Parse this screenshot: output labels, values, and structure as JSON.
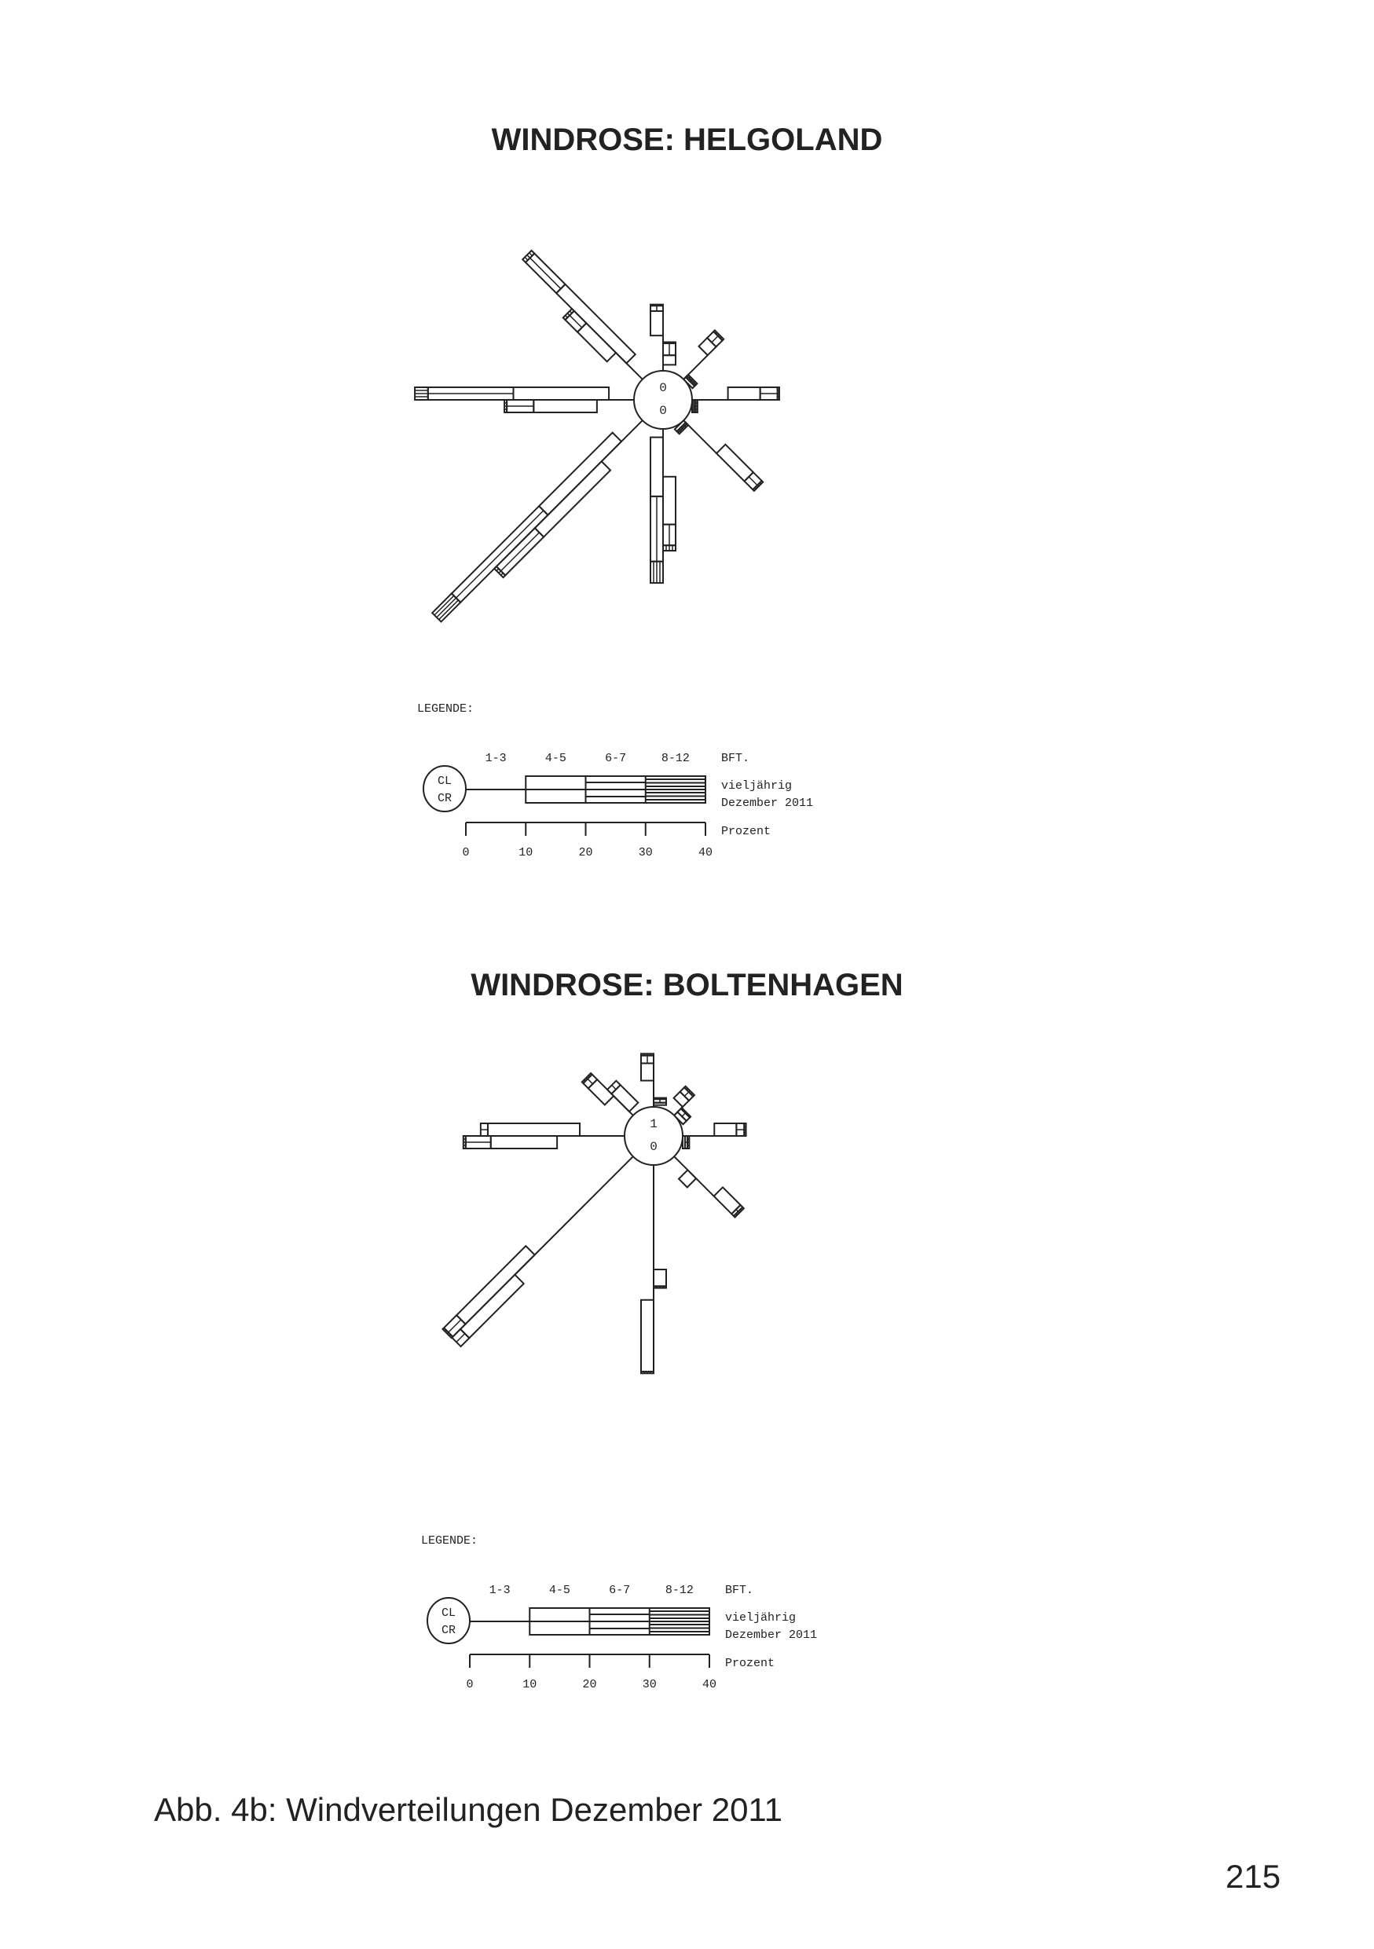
{
  "chart_data": [
    {
      "type": "windrose",
      "title": "WINDROSE: HELGOLAND",
      "directions": [
        "N",
        "NE",
        "E",
        "SE",
        "S",
        "SW",
        "W",
        "NW"
      ],
      "bft_classes": [
        "1-3",
        "4-5",
        "6-7",
        "8-12"
      ],
      "unit": "Prozent",
      "calm": {
        "CL": "0",
        "CR": "0"
      },
      "series": [
        {
          "name": "vieljährig",
          "values": [
            [
              5.9,
              4.1,
              0.9,
              0.2
            ],
            [
              5.7,
              2.0,
              1.5,
              0.3
            ],
            [
              6.0,
              5.4,
              2.9,
              0.3
            ],
            [
              7.8,
              6.6,
              2.0,
              0.3
            ],
            [
              8.0,
              8.0,
              3.5,
              0.9
            ],
            [
              9.7,
              15.8,
              9.1,
              0.5
            ],
            [
              6.2,
              10.6,
              4.5,
              0.4
            ],
            [
              6.3,
              7.0,
              2.9,
              0.5
            ]
          ]
        },
        {
          "name": "Dezember 2011",
          "values": [
            [
              1.0,
              1.6,
              2.0,
              0.2
            ],
            [
              0,
              0.5,
              0.3,
              0.3
            ],
            [
              0,
              0.3,
              0.3,
              0.3
            ],
            [
              0,
              0.5,
              0.3,
              0.3
            ],
            [
              1.4,
              9.9,
              10.9,
              3.6
            ],
            [
              5.0,
              17.4,
              20.7,
              4.6
            ],
            [
              4.2,
              16.0,
              14.3,
              2.2
            ],
            [
              3.8,
              16.6,
              7.3,
              0.7
            ]
          ]
        }
      ],
      "legend": {
        "heading": "LEGENDE:",
        "bft_label": "BFT.",
        "row1": "vieljährig",
        "row2": "Dezember 2011",
        "axis_label": "Prozent",
        "ticks": [
          "0",
          "10",
          "20",
          "30",
          "40"
        ],
        "calm_labels": [
          "CL",
          "CR"
        ]
      }
    },
    {
      "type": "windrose",
      "title": "WINDROSE: BOLTENHAGEN",
      "directions": [
        "N",
        "NE",
        "E",
        "SE",
        "S",
        "SW",
        "W",
        "NW"
      ],
      "bft_classes": [
        "1-3",
        "4-5",
        "6-7",
        "8-12"
      ],
      "unit": "Prozent",
      "calm": {
        "CL": "1",
        "CR": "0"
      },
      "series": [
        {
          "name": "vieljährig",
          "values": [
            [
              4.4,
              2.9,
              1.3,
              0.3
            ],
            [
              2.0,
              1.5,
              1.0,
              0.3
            ],
            [
              5.3,
              3.7,
              1.3,
              0.3
            ],
            [
              9.4,
              4.2,
              0.5,
              0.3
            ],
            [
              17.5,
              2.8,
              0,
              0.3
            ],
            [
              28.0,
              12.9,
              2.0,
              0
            ],
            [
              11.3,
              11.1,
              4.2,
              0.4
            ],
            [
              4.6,
              3.9,
              1.2,
              0.3
            ]
          ]
        },
        {
          "name": "Dezember 2011",
          "values": [
            [
              0.3,
              0.4,
              0.6,
              0.2
            ],
            [
              0,
              0.8,
              0.8,
              0.2
            ],
            [
              0,
              0.4,
              0.4,
              0.3
            ],
            [
              3.2,
              2.0,
              0,
              0
            ],
            [
              22.6,
              12.0,
              0,
              0.3
            ],
            [
              23.3,
              16.4,
              3.0,
              0.3
            ],
            [
              7.5,
              15.4,
              1.2,
              0
            ],
            [
              0.9,
              4.2,
              1.0,
              0
            ]
          ]
        }
      ],
      "legend": {
        "heading": "LEGENDE:",
        "bft_label": "BFT.",
        "row1": "vieljährig",
        "row2": "Dezember 2011",
        "axis_label": "Prozent",
        "ticks": [
          "0",
          "10",
          "20",
          "30",
          "40"
        ],
        "calm_labels": [
          "CL",
          "CR"
        ]
      }
    }
  ],
  "caption": "Abb. 4b: Windverteilungen Dezember 2011",
  "page_number": "215",
  "colors": {
    "ink": "#222222",
    "background": "#ffffff"
  }
}
